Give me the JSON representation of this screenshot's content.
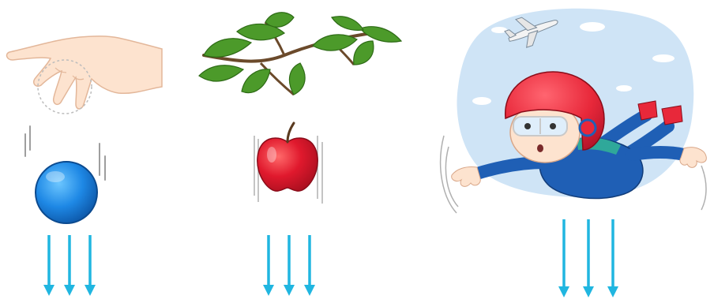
{
  "scene": {
    "panels": [
      {
        "id": "ball",
        "subject": "ball-dropped-from-hand"
      },
      {
        "id": "apple",
        "subject": "apple-falling-from-branch"
      },
      {
        "id": "skydiver",
        "subject": "skydiver-falling-below-airplane"
      }
    ],
    "arrow_color": "#20b6e0",
    "ball_color": "#1e88e5",
    "apple_color": "#e0192d",
    "leaf_color": "#4c9a2a",
    "sky_color": "#cfe4f6",
    "helmet_color": "#e8283a",
    "suit_color": "#1f5fb5",
    "skin_color": "#fde3cf"
  }
}
